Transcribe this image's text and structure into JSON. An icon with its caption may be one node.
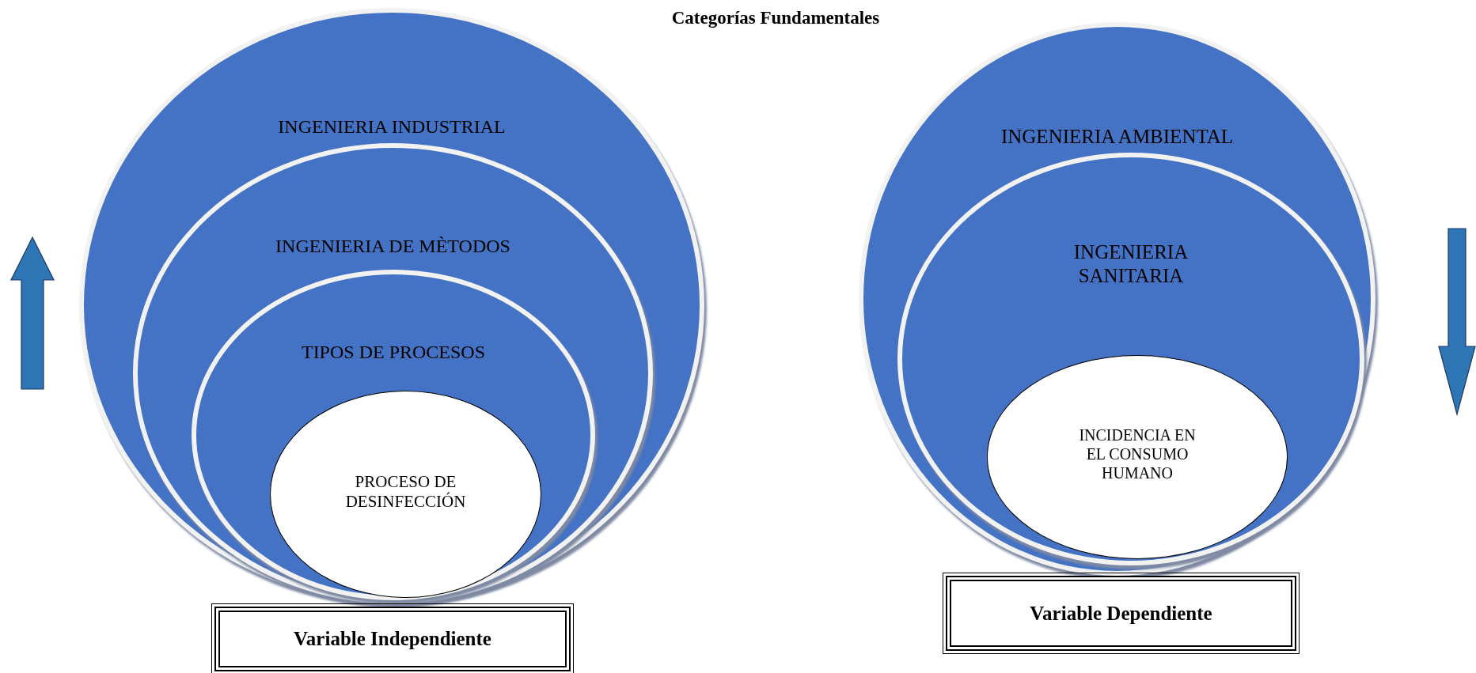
{
  "diagram": {
    "title": "Categorías Fundamentales",
    "nodes": [
      {
        "text": [
          "INGENIERIA INDUSTRIAL"
        ]
      },
      {
        "text": [
          "INGENIERIA DE MÈTODOS"
        ],
        "in": 0
      },
      {
        "text": [
          "TIPOS DE PROCESOS"
        ],
        "in": 1
      },
      {
        "text": [
          "PROCESO DE DESINFECCIÓN"
        ],
        "in": 2
      },
      {
        "text": [
          "Variable Independiente"
        ]
      },
      {
        "text": [
          "INGENIERIA AMBIENTAL"
        ]
      },
      {
        "text": [
          "INGENIERIA SANITARIA"
        ],
        "in": 5
      },
      {
        "text": [
          "INCIDENCIA EN EL CONSUMO HUMANO"
        ],
        "in": 6
      },
      {
        "text": [
          "Variable Dependiente"
        ]
      }
    ],
    "edges": []
  }
}
